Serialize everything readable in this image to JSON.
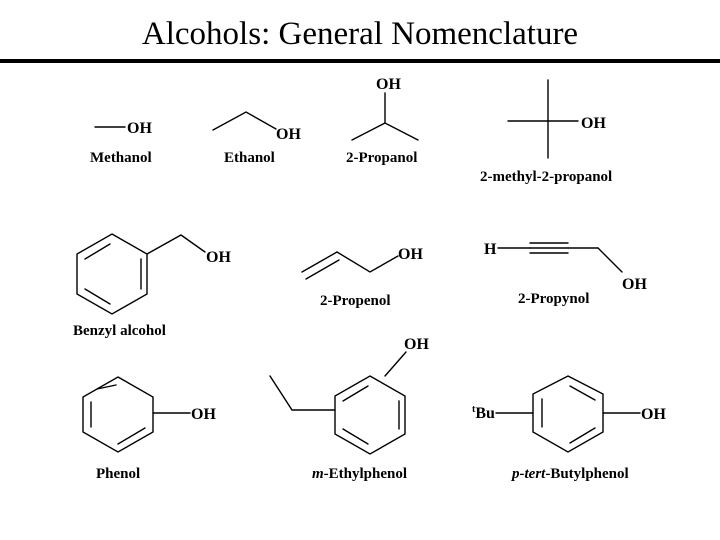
{
  "title": "Alcohols: General Nomenclature",
  "compounds": {
    "methanol": {
      "name": "Methanol",
      "oh": "OH"
    },
    "ethanol": {
      "name": "Ethanol",
      "oh": "OH"
    },
    "propanol2": {
      "name": "2-Propanol",
      "oh": "OH"
    },
    "tbutanol": {
      "name": "2-methyl-2-propanol",
      "oh": "OH"
    },
    "benzyl": {
      "name": "Benzyl alcohol",
      "oh": "OH"
    },
    "propenol": {
      "name": "2-Propenol",
      "oh": "OH"
    },
    "propynol": {
      "name": "2-Propynol",
      "oh": "OH",
      "h": "H"
    },
    "phenol": {
      "name": "Phenol",
      "oh": "OH"
    },
    "ethylphenol": {
      "name_prefix": "m",
      "name_rest": "-Ethylphenol",
      "oh": "OH"
    },
    "tbutylphenol": {
      "name_prefix": "p-tert",
      "name_rest": "-Butylphenol",
      "oh": "OH",
      "tbu_sup": "t",
      "tbu": "Bu"
    }
  }
}
